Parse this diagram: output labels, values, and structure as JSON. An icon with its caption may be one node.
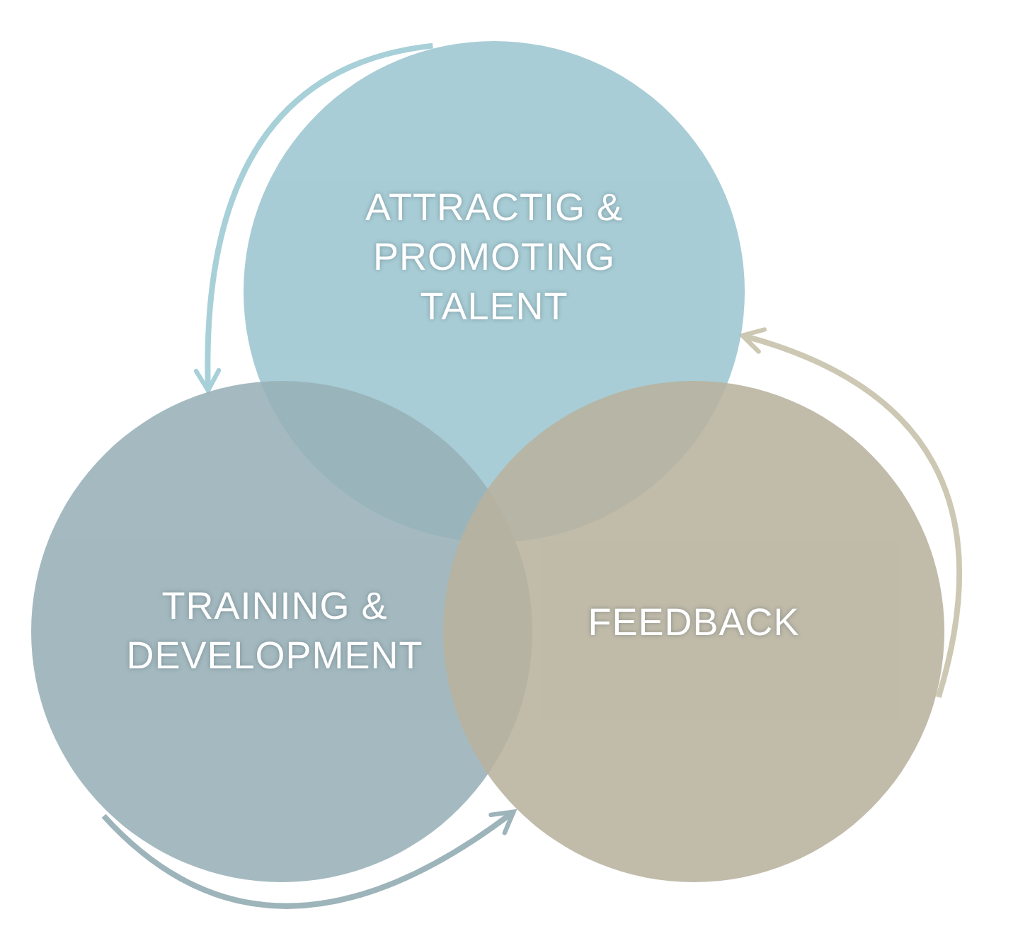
{
  "diagram": {
    "nodes": [
      {
        "text": [
          "ATTRACTIG & PROMOTING TALENT"
        ]
      },
      {
        "text": [
          "TRAINING & DEVELOPMENT"
        ]
      },
      {
        "text": [
          "FEEDBACK"
        ]
      }
    ],
    "edges": [
      {
        "from": 0,
        "to": 1,
        "arrow": "to",
        "color": "#a8d0d8"
      },
      {
        "from": 1,
        "to": 2,
        "arrow": "to",
        "color": "#9db4ba"
      },
      {
        "from": 2,
        "to": 0,
        "arrow": "to",
        "color": "#cdc8b3"
      }
    ]
  }
}
